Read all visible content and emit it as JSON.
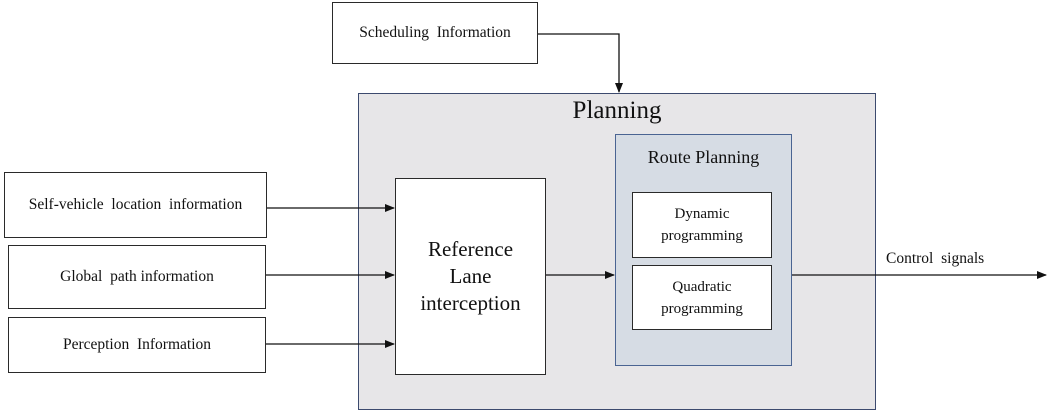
{
  "diagram": {
    "scheduling": {
      "label": "Scheduling  Information"
    },
    "planning": {
      "title": "Planning"
    },
    "inputs": [
      {
        "label": "Self-vehicle  location  information"
      },
      {
        "label": "Global  path information"
      },
      {
        "label": "Perception  Information"
      }
    ],
    "reference": {
      "lines": [
        "Reference",
        "Lane",
        "interception"
      ]
    },
    "route_planning": {
      "title": "Route Planning",
      "dynamic": {
        "lines": [
          "Dynamic",
          "programming"
        ]
      },
      "quadratic": {
        "lines": [
          "Quadratic",
          "programming"
        ]
      }
    },
    "output": {
      "label": "Control  signals"
    }
  },
  "colors": {
    "planning_fill": "#e7e6e8",
    "planning_border": "#3c4a6e",
    "route_fill": "#d6dce4",
    "route_border": "#4a6492",
    "line": "#111111"
  }
}
